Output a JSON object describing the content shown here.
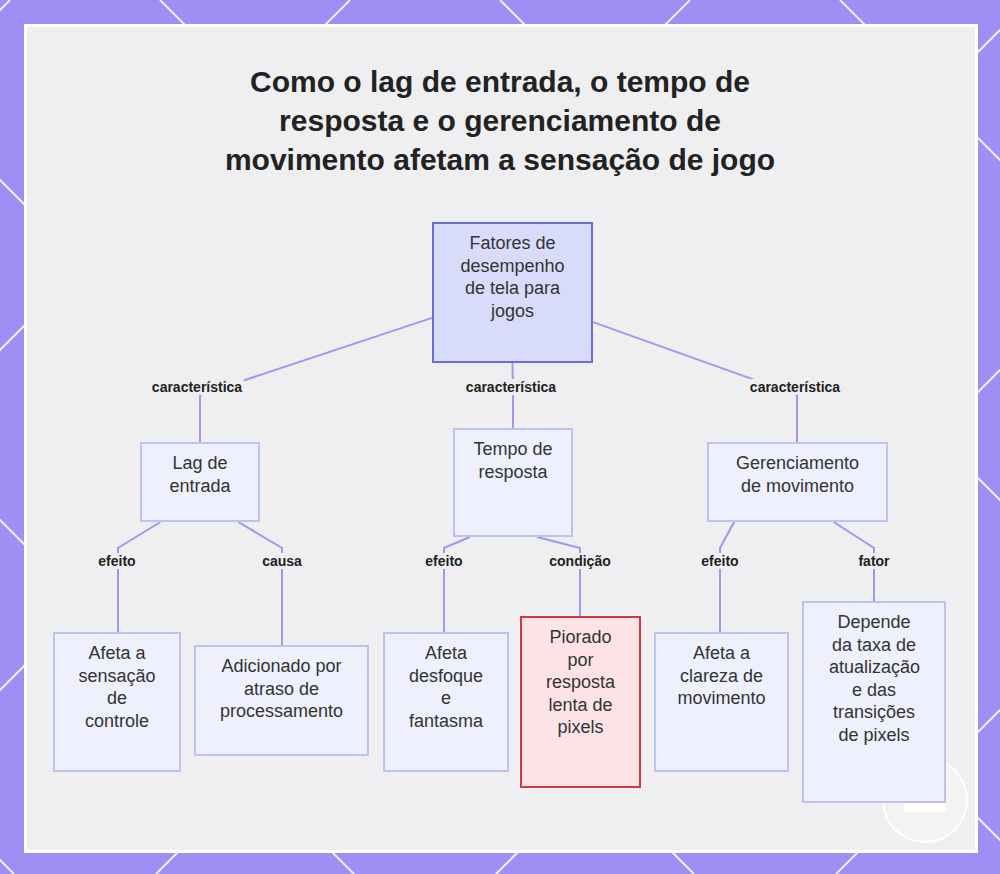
{
  "diagram": {
    "title": "Como o lag de entrada, o tempo de resposta e o gerenciamento de movimento afetam a sensação de jogo",
    "nodes": [
      {
        "text": [
          "Fatores de desempenho de tela para jogos"
        ]
      },
      {
        "text": [
          "Lag de entrada"
        ]
      },
      {
        "text": [
          "Tempo de resposta"
        ]
      },
      {
        "text": [
          "Gerenciamento de movimento"
        ]
      },
      {
        "text": [
          "Afeta a sensação de controle"
        ]
      },
      {
        "text": [
          "Adicionado por atraso de processamento"
        ]
      },
      {
        "text": [
          "Afeta desfoque e fantasma"
        ]
      },
      {
        "text": [
          "Piorado por resposta lenta de pixels"
        ]
      },
      {
        "text": [
          "Afeta a clareza de movimento"
        ]
      },
      {
        "text": [
          "Depende da taxa de atualização e das transições de pixels"
        ]
      }
    ],
    "edges": [
      {
        "from": 0,
        "to": 1,
        "label": "característica",
        "arrow": "none"
      },
      {
        "from": 0,
        "to": 2,
        "label": "característica",
        "arrow": "none"
      },
      {
        "from": 0,
        "to": 3,
        "label": "característica",
        "arrow": "none"
      },
      {
        "from": 1,
        "to": 4,
        "label": "efeito",
        "arrow": "none"
      },
      {
        "from": 1,
        "to": 5,
        "label": "causa",
        "arrow": "none"
      },
      {
        "from": 2,
        "to": 6,
        "label": "efeito",
        "arrow": "none"
      },
      {
        "from": 2,
        "to": 7,
        "label": "condição",
        "arrow": "none"
      },
      {
        "from": 3,
        "to": 8,
        "label": "efeito",
        "arrow": "none"
      },
      {
        "from": 3,
        "to": 9,
        "label": "fator",
        "arrow": "none"
      }
    ]
  }
}
